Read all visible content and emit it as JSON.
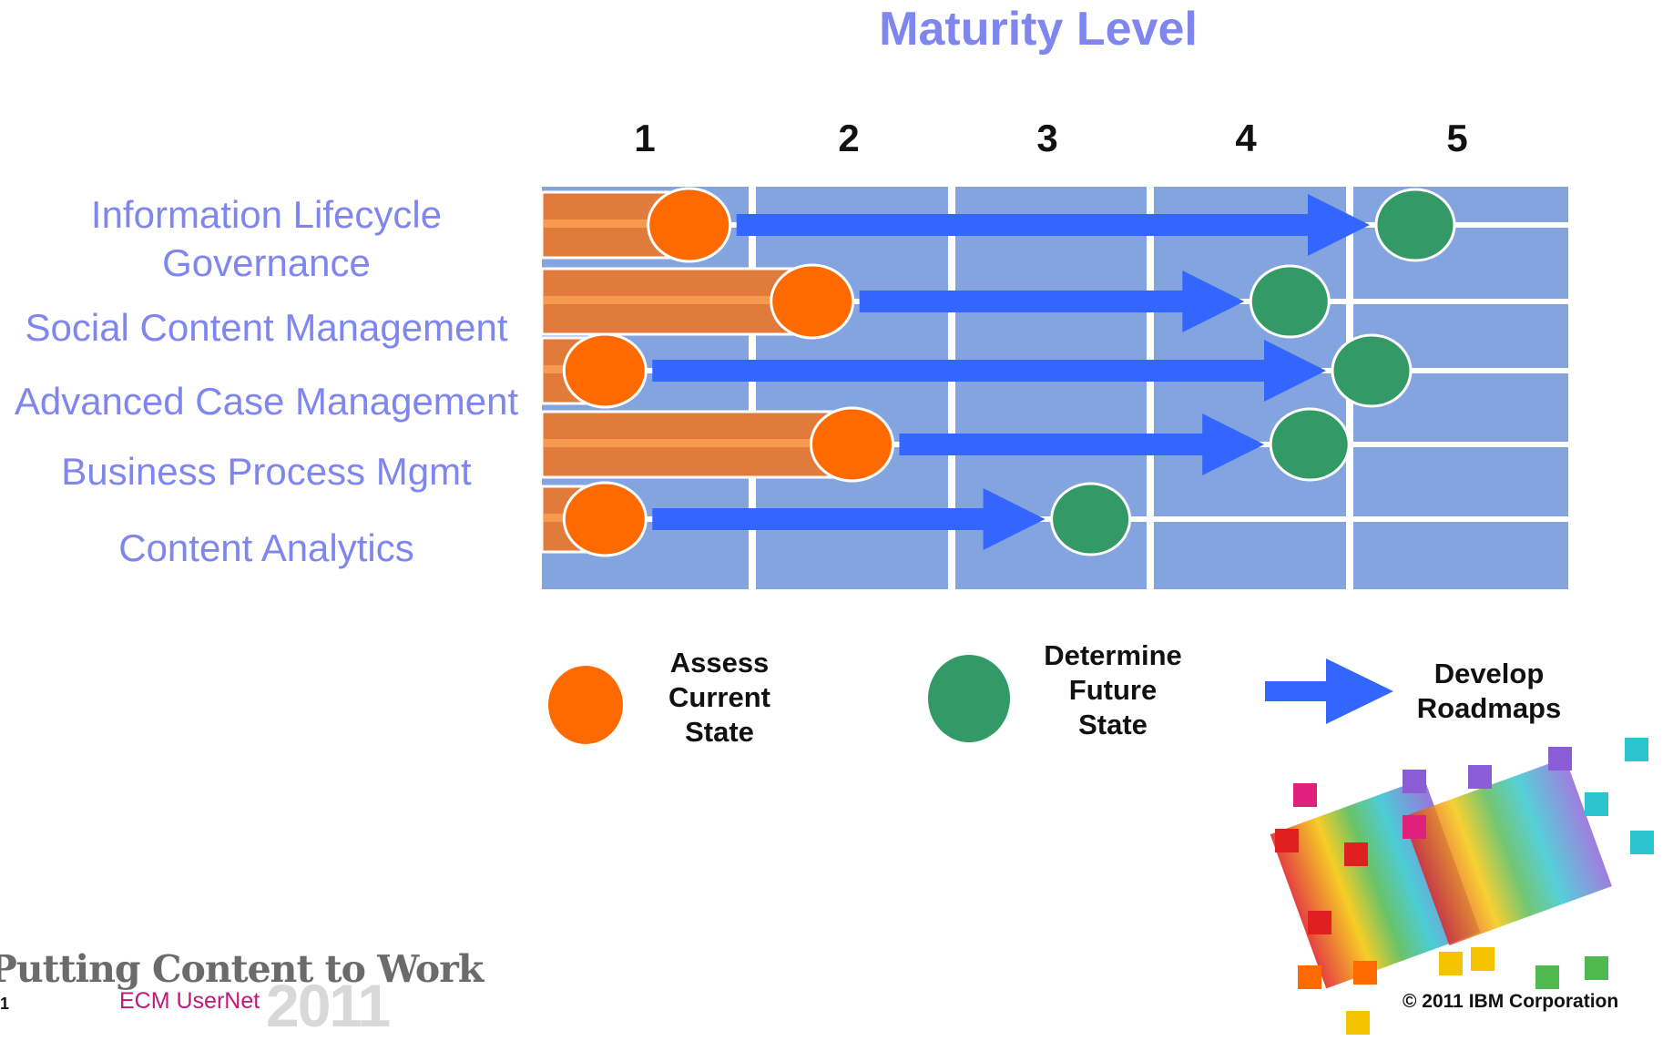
{
  "title": "Maturity Level",
  "maturity_levels": [
    "1",
    "2",
    "3",
    "4",
    "5"
  ],
  "rows": [
    {
      "label_lines": [
        "Information Lifecycle",
        "Governance"
      ],
      "current_state": 1.7,
      "future_state": 5.3
    },
    {
      "label_lines": [
        "Social Content Management"
      ],
      "current_state": 2.3,
      "future_state": 4.7
    },
    {
      "label_lines": [
        "Advanced Case Management"
      ],
      "current_state": 1.3,
      "future_state": 5.1
    },
    {
      "label_lines": [
        "Business Process Mgmt"
      ],
      "current_state": 2.5,
      "future_state": 4.8
    },
    {
      "label_lines": [
        "Content Analytics"
      ],
      "current_state": 1.3,
      "future_state": 3.7
    }
  ],
  "legend": {
    "assess": {
      "lines": [
        "Assess",
        "Current",
        "State"
      ]
    },
    "determine": {
      "lines": [
        "Determine",
        "Future",
        "State"
      ]
    },
    "develop": {
      "lines": [
        "Develop",
        "Roadmaps"
      ]
    }
  },
  "footer": {
    "tagline": "Putting Content to Work",
    "page_number": "1",
    "event": "ECM UserNet",
    "year": "2011",
    "copyright": "© 2011 IBM Corporation"
  },
  "colors": {
    "title": "#7f86ee",
    "grid": "#84a4e0",
    "current_bar": "#e07b3c",
    "current_marker": "#ff6a00",
    "future_marker": "#339966",
    "arrow": "#3366ff"
  }
}
